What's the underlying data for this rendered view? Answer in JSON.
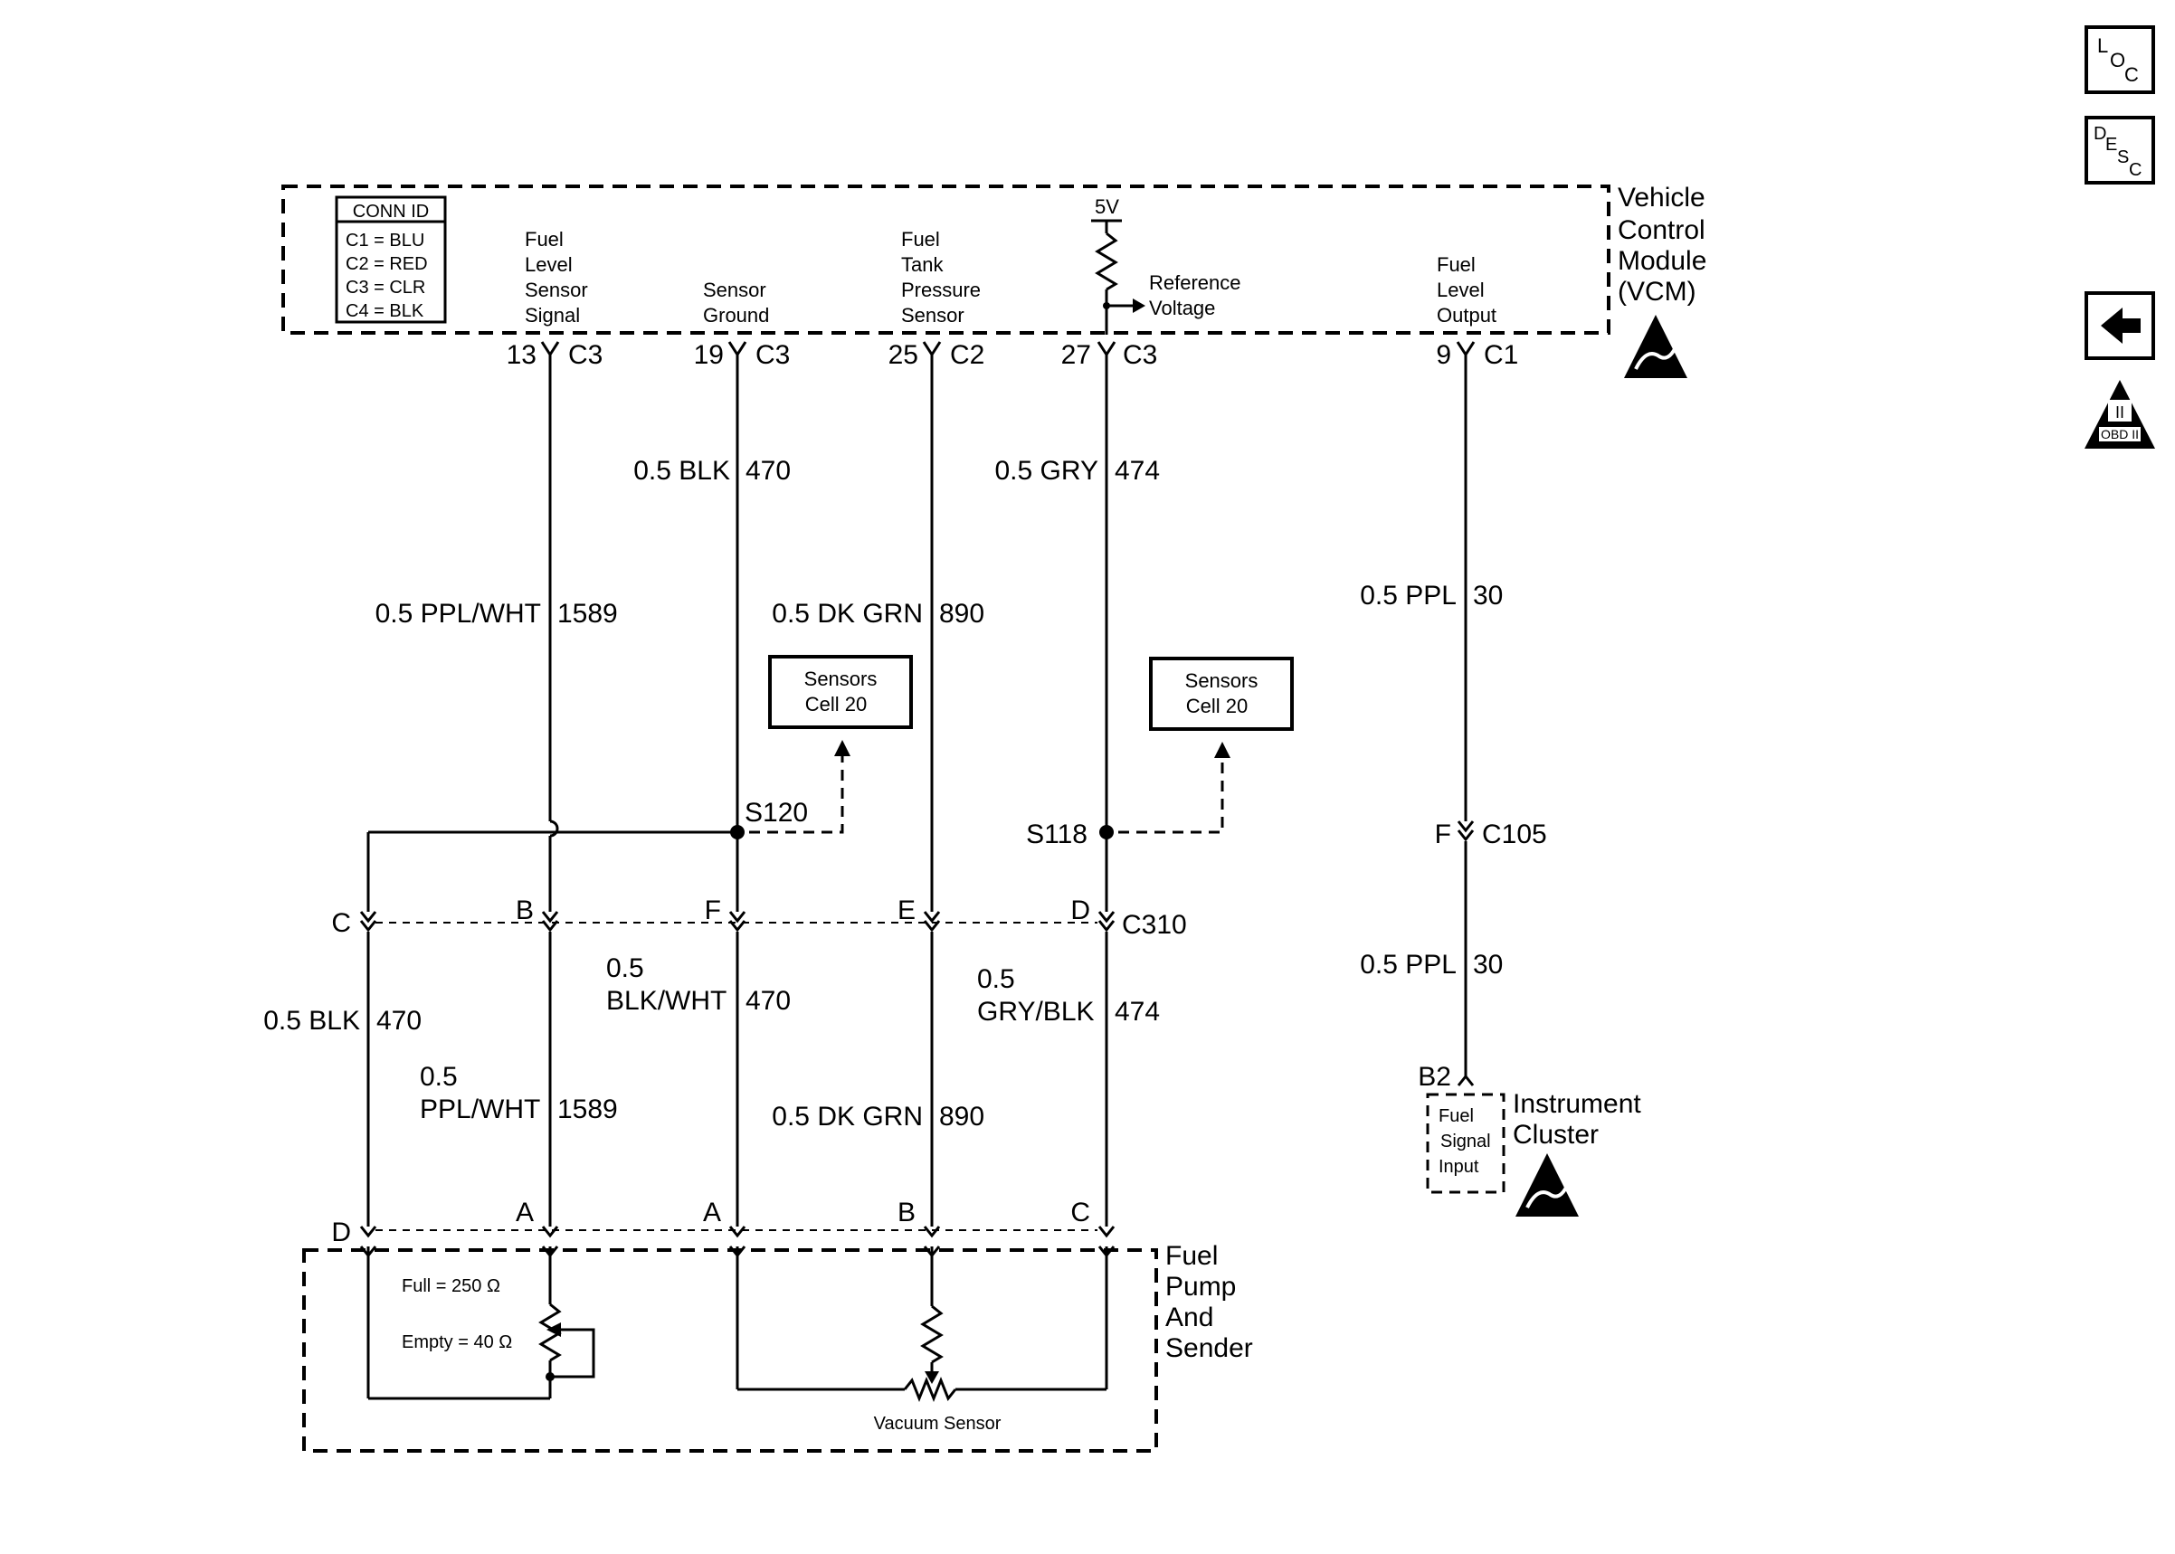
{
  "conn_id": {
    "title": "CONN ID",
    "rows": [
      "C1 = BLU",
      "C2 = RED",
      "C3 = CLR",
      "C4 = BLK"
    ]
  },
  "vcm": {
    "title_lines": [
      "Vehicle",
      "Control",
      "Module",
      "(VCM)"
    ],
    "fuel_level_sensor_signal": [
      "Fuel",
      "Level",
      "Sensor",
      "Signal"
    ],
    "sensor_ground": [
      "Sensor",
      "Ground"
    ],
    "fuel_tank_pressure_sensor": [
      "Fuel",
      "Tank",
      "Pressure",
      "Sensor"
    ],
    "five_v": "5V",
    "reference_voltage": [
      "Reference",
      "Voltage"
    ],
    "fuel_level_output": [
      "Fuel",
      "Level",
      "Output"
    ]
  },
  "pins": {
    "p13": "13",
    "p13_conn": "C3",
    "p19": "19",
    "p19_conn": "C3",
    "p25": "25",
    "p25_conn": "C2",
    "p27": "27",
    "p27_conn": "C3",
    "p9": "9",
    "p9_conn": "C1"
  },
  "wires": {
    "blk470_upper": {
      "gauge_color": "0.5 BLK",
      "circuit": "470"
    },
    "gry474_upper": {
      "gauge_color": "0.5 GRY",
      "circuit": "474"
    },
    "ppl_wht_upper": {
      "gauge_color": "0.5 PPL/WHT",
      "circuit": "1589"
    },
    "dk_grn_upper": {
      "gauge_color": "0.5 DK GRN",
      "circuit": "890"
    },
    "ppl30_upper": {
      "gauge_color": "0.5 PPL",
      "circuit": "30"
    },
    "ppl30_lower": {
      "gauge_color": "0.5 PPL",
      "circuit": "30"
    },
    "blk470_left": {
      "gauge_color": "0.5 BLK",
      "circuit": "470"
    },
    "ppl_wht_lower": {
      "gauge": "0.5",
      "color": "PPL/WHT",
      "circuit": "1589"
    },
    "blk_wht_lower": {
      "gauge": "0.5",
      "color": "BLK/WHT",
      "circuit": "470"
    },
    "gry_blk_lower": {
      "gauge": "0.5",
      "color": "GRY/BLK",
      "circuit": "474"
    },
    "dk_grn_lower": {
      "gauge_color": "0.5 DK GRN",
      "circuit": "890"
    }
  },
  "refs": {
    "sensors_cell_left": [
      "Sensors",
      "Cell 20"
    ],
    "sensors_cell_right": [
      "Sensors",
      "Cell 20"
    ]
  },
  "splices": {
    "s120": "S120",
    "s118": "S118"
  },
  "c310": {
    "name": "C310",
    "pins": {
      "c": "C",
      "b": "B",
      "f": "F",
      "e": "E",
      "d": "D"
    }
  },
  "c105": {
    "name": "C105",
    "pin": "F"
  },
  "cluster": {
    "pin": "B2",
    "input_lines": [
      "Fuel",
      "Signal",
      "Input"
    ],
    "title_lines": [
      "Instrument",
      "Cluster"
    ]
  },
  "fuel_pump": {
    "title_lines": [
      "Fuel",
      "Pump",
      "And",
      "Sender"
    ],
    "pins": {
      "d": "D",
      "a1": "A",
      "a2": "A",
      "b": "B",
      "c": "C"
    },
    "full": "Full = 250 Ω",
    "empty": "Empty = 40 Ω",
    "vacuum_sensor": "Vacuum Sensor"
  },
  "sidebar": {
    "loc": [
      "L",
      "O",
      "C"
    ],
    "desc": [
      "D",
      "E",
      "S",
      "C"
    ],
    "obd": "OBD II",
    "obd_roman": "II"
  }
}
